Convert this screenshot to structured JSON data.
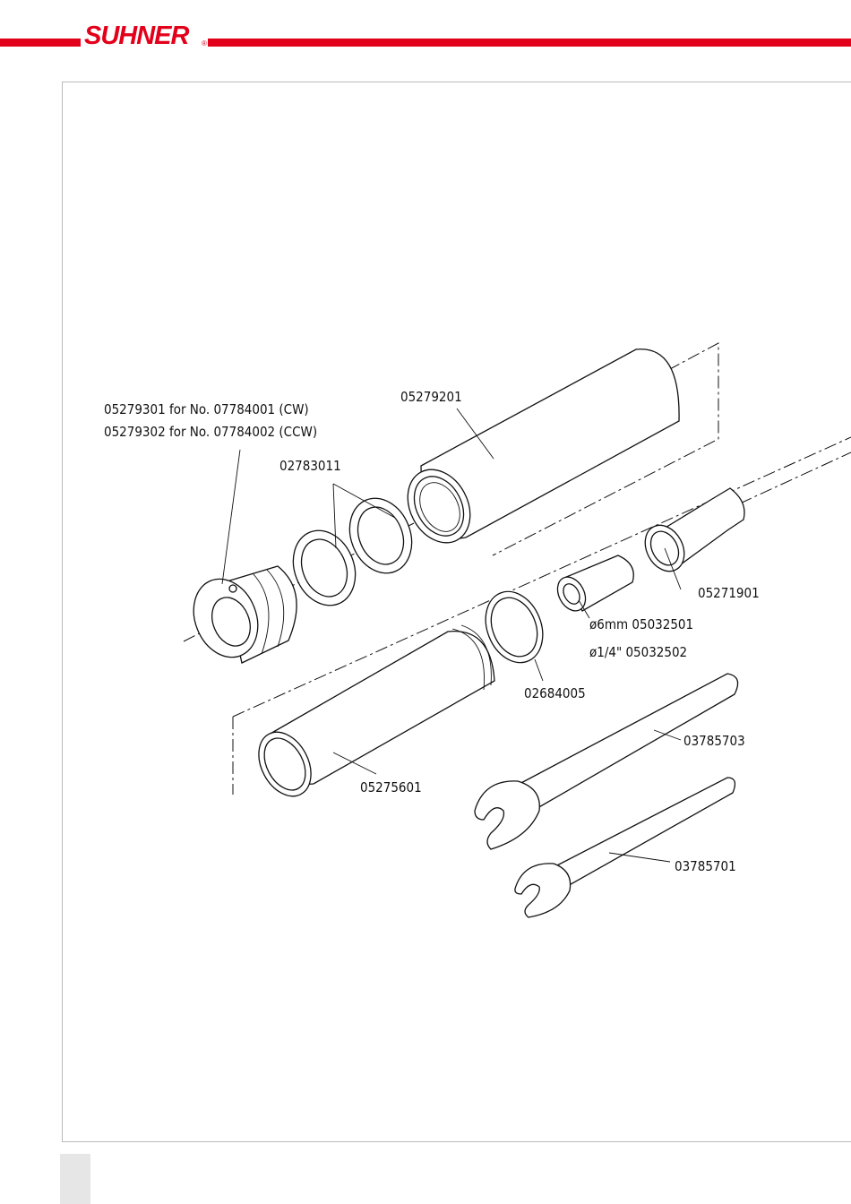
{
  "header": {
    "brand": "SUHNER",
    "brand_mark": "®",
    "brand_color": "#e2001a"
  },
  "labels": {
    "mount_cw": "05279301 for No. 07784001 (CW)",
    "mount_ccw": "05279302 for No. 07784002 (CCW)",
    "sleeve_top": "05279201",
    "washer_pair": "02783011",
    "spindle": "05271901",
    "collet_6mm": "ø6mm   05032501",
    "collet_quarter": "ø1/4\"  05032502",
    "ring": "02684005",
    "wrench_large": "03785703",
    "sleeve_bottom": "05275601",
    "wrench_small": "03785701"
  }
}
